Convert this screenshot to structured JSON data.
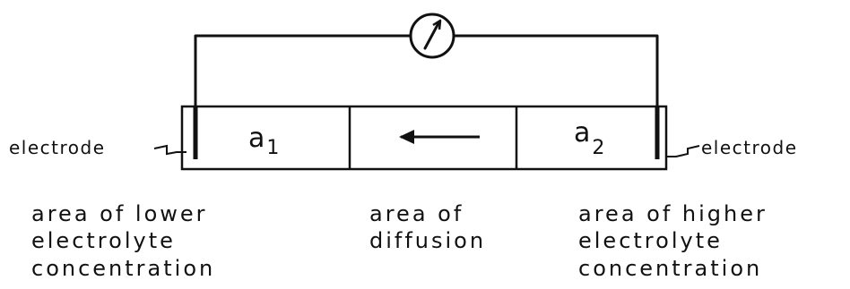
{
  "diagram": {
    "left_electrode_label": "electrode",
    "right_electrode_label": "electrode",
    "meter_icon": "galvanometer-icon",
    "diffusion_arrow_icon": "arrow-left-icon",
    "left_cell": {
      "symbol": "a",
      "subscript": "1"
    },
    "right_cell": {
      "symbol": "a",
      "subscript": "2"
    },
    "captions": {
      "left": [
        "area of lower",
        "electrolyte",
        "concentration"
      ],
      "middle": [
        "area of",
        "diffusion"
      ],
      "right": [
        "area of higher",
        "electrolyte",
        "concentration"
      ]
    }
  }
}
